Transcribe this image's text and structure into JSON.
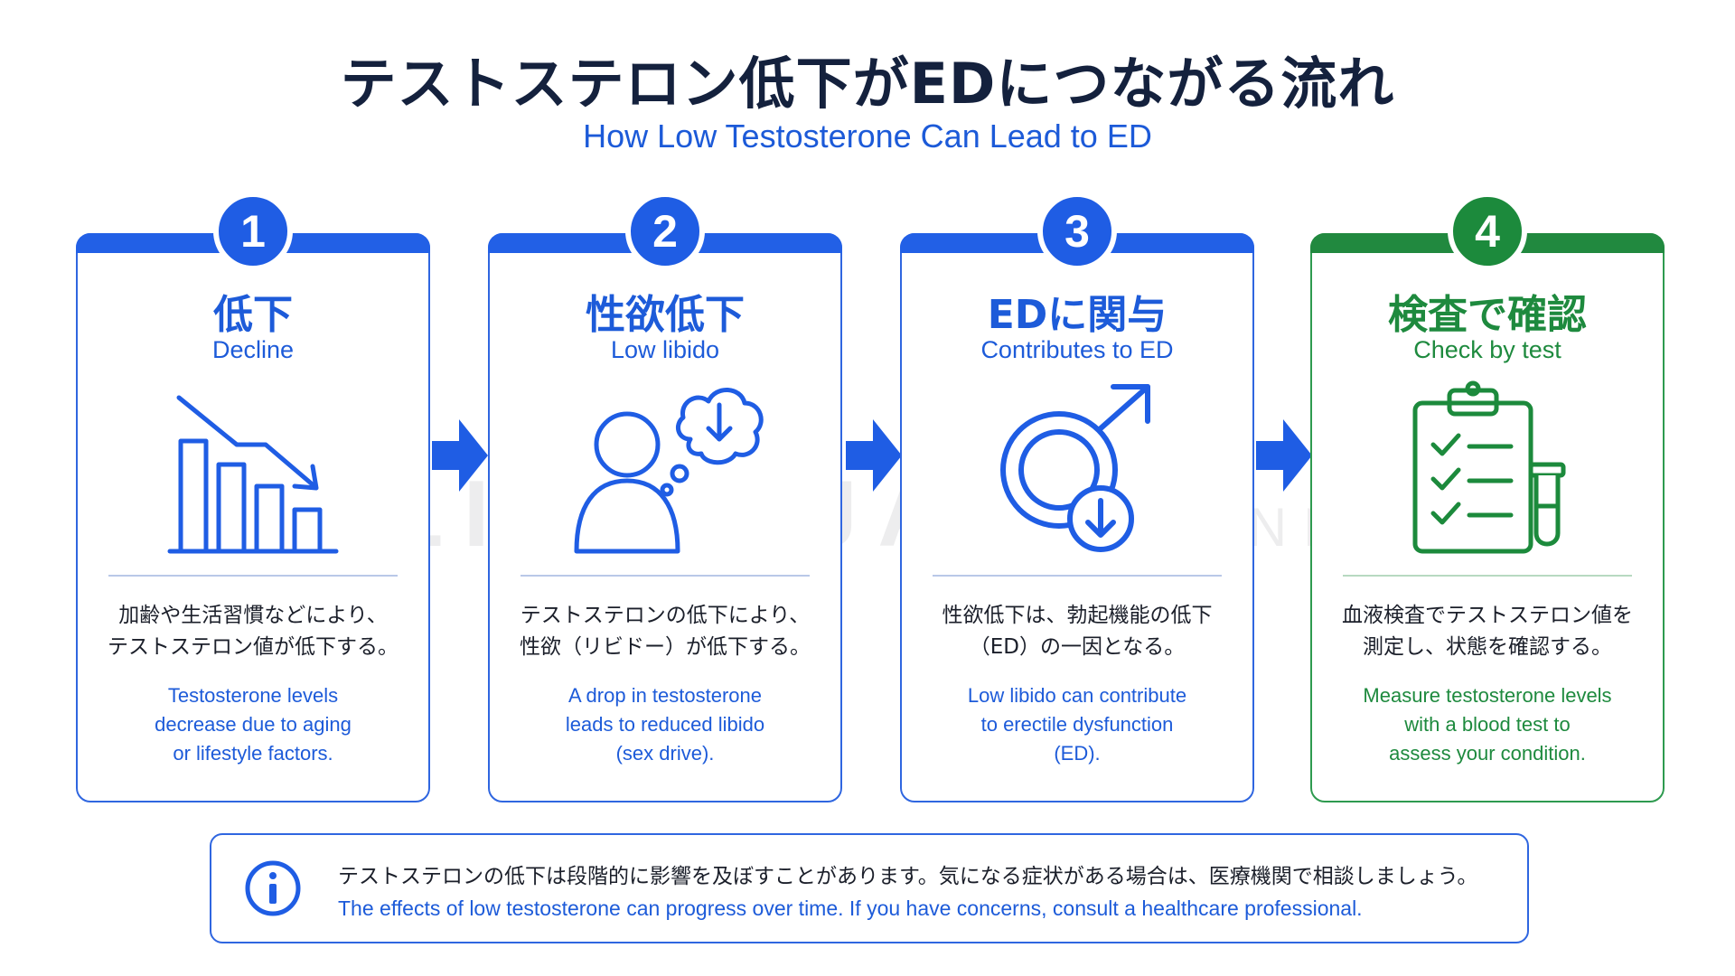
{
  "title": {
    "ja": "テストステロン低下がEDにつながる流れ",
    "en": "How Low Testosterone Can Lead to ED"
  },
  "watermark": {
    "part1": "CLINIC",
    "plus": "+",
    "part2": "JAPAN",
    "net": ".NET"
  },
  "steps": [
    {
      "number": "1",
      "title_ja": "低下",
      "title_en": "Decline",
      "icon": "declining-bar-chart-icon",
      "desc_ja": "加齢や生活習慣などにより、\nテストステロン値が低下する。",
      "desc_en": "Testosterone levels\ndecrease due to aging\nor lifestyle factors."
    },
    {
      "number": "2",
      "title_ja": "性欲低下",
      "title_en": "Low libido",
      "icon": "person-thought-down-icon",
      "desc_ja": "テストステロンの低下により、\n性欲（リビドー）が低下する。",
      "desc_en": "A drop in testosterone\nleads to reduced libido\n(sex drive)."
    },
    {
      "number": "3",
      "title_ja": "EDに関与",
      "title_en": "Contributes to ED",
      "icon": "male-symbol-down-icon",
      "desc_ja": "性欲低下は、勃起機能の低下\n（ED）の一因となる。",
      "desc_en": "Low libido can contribute\nto erectile dysfunction\n(ED)."
    },
    {
      "number": "4",
      "title_ja": "検査で確認",
      "title_en": "Check by test",
      "icon": "clipboard-test-tube-icon",
      "desc_ja": "血液検査でテストステロン値を\n測定し、状態を確認する。",
      "desc_en": "Measure testosterone levels\nwith a blood test to\nassess your condition."
    }
  ],
  "note": {
    "icon": "info-icon",
    "ja": "テストステロンの低下は段階的に影響を及ぼすことがあります。気になる症状がある場合は、医療機関で相談しましょう。",
    "en": "The effects of low testosterone can progress over time. If you have concerns, consult a healthcare professional."
  },
  "colors": {
    "blue": "#1f5de4",
    "green": "#1c8a3c",
    "title": "#14213d"
  }
}
